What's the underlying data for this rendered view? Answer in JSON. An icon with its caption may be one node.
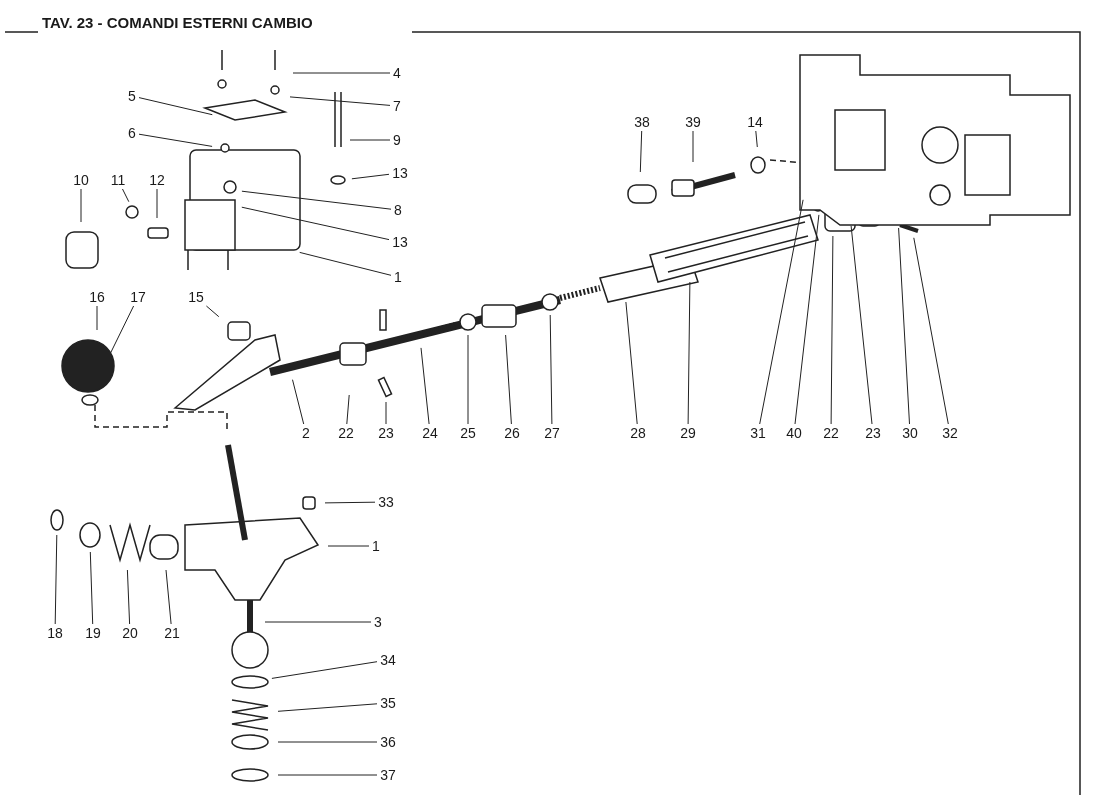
{
  "diagram": {
    "title": "TAV. 23 - COMANDI ESTERNI CAMBIO",
    "nodes": [
      {
        "text": [
          "4"
        ]
      },
      {
        "text": [
          "5"
        ]
      },
      {
        "text": [
          "7"
        ]
      },
      {
        "text": [
          "6"
        ]
      },
      {
        "text": [
          "9"
        ]
      },
      {
        "text": [
          "13"
        ]
      },
      {
        "text": [
          "10"
        ]
      },
      {
        "text": [
          "11"
        ]
      },
      {
        "text": [
          "12"
        ]
      },
      {
        "text": [
          "8"
        ]
      },
      {
        "text": [
          "13"
        ]
      },
      {
        "text": [
          "1"
        ]
      },
      {
        "text": [
          "16"
        ]
      },
      {
        "text": [
          "17"
        ]
      },
      {
        "text": [
          "15"
        ]
      },
      {
        "text": [
          "38"
        ]
      },
      {
        "text": [
          "39"
        ]
      },
      {
        "text": [
          "14"
        ]
      },
      {
        "text": [
          "2"
        ]
      },
      {
        "text": [
          "22"
        ]
      },
      {
        "text": [
          "23"
        ]
      },
      {
        "text": [
          "24"
        ]
      },
      {
        "text": [
          "25"
        ]
      },
      {
        "text": [
          "26"
        ]
      },
      {
        "text": [
          "27"
        ]
      },
      {
        "text": [
          "28"
        ]
      },
      {
        "text": [
          "29"
        ]
      },
      {
        "text": [
          "31"
        ]
      },
      {
        "text": [
          "40"
        ]
      },
      {
        "text": [
          "22"
        ]
      },
      {
        "text": [
          "23"
        ]
      },
      {
        "text": [
          "30"
        ]
      },
      {
        "text": [
          "32"
        ]
      },
      {
        "text": [
          "33"
        ]
      },
      {
        "text": [
          "1"
        ]
      },
      {
        "text": [
          "18"
        ]
      },
      {
        "text": [
          "19"
        ]
      },
      {
        "text": [
          "20"
        ]
      },
      {
        "text": [
          "21"
        ]
      },
      {
        "text": [
          "3"
        ]
      },
      {
        "text": [
          "34"
        ]
      },
      {
        "text": [
          "35"
        ]
      },
      {
        "text": [
          "36"
        ]
      },
      {
        "text": [
          "37"
        ]
      }
    ],
    "edges": [
      {
        "from": 0,
        "to": null,
        "arrow": "none"
      },
      {
        "from": 1,
        "to": null,
        "arrow": "none"
      },
      {
        "from": 2,
        "to": null,
        "arrow": "none"
      },
      {
        "from": 3,
        "to": null,
        "arrow": "none"
      },
      {
        "from": 4,
        "to": null,
        "arrow": "none"
      },
      {
        "from": 5,
        "to": null,
        "arrow": "none"
      },
      {
        "from": 6,
        "to": null,
        "arrow": "none"
      },
      {
        "from": 7,
        "to": null,
        "arrow": "none"
      },
      {
        "from": 8,
        "to": null,
        "arrow": "none"
      },
      {
        "from": 9,
        "to": null,
        "arrow": "none"
      },
      {
        "from": 10,
        "to": null,
        "arrow": "none"
      },
      {
        "from": 11,
        "to": null,
        "arrow": "none"
      },
      {
        "from": 12,
        "to": null,
        "arrow": "none"
      },
      {
        "from": 13,
        "to": null,
        "arrow": "none"
      },
      {
        "from": 14,
        "to": null,
        "arrow": "none"
      },
      {
        "from": 15,
        "to": null,
        "arrow": "none"
      },
      {
        "from": 16,
        "to": null,
        "arrow": "none"
      },
      {
        "from": 17,
        "to": null,
        "arrow": "none"
      },
      {
        "from": 18,
        "to": null,
        "arrow": "none"
      },
      {
        "from": 19,
        "to": null,
        "arrow": "none"
      },
      {
        "from": 20,
        "to": null,
        "arrow": "none"
      },
      {
        "from": 21,
        "to": null,
        "arrow": "none"
      },
      {
        "from": 22,
        "to": null,
        "arrow": "none"
      },
      {
        "from": 23,
        "to": null,
        "arrow": "none"
      },
      {
        "from": 24,
        "to": null,
        "arrow": "none"
      },
      {
        "from": 25,
        "to": null,
        "arrow": "none"
      },
      {
        "from": 26,
        "to": null,
        "arrow": "none"
      },
      {
        "from": 27,
        "to": null,
        "arrow": "none"
      },
      {
        "from": 28,
        "to": null,
        "arrow": "none"
      },
      {
        "from": 29,
        "to": null,
        "arrow": "none"
      },
      {
        "from": 30,
        "to": null,
        "arrow": "none"
      },
      {
        "from": 31,
        "to": null,
        "arrow": "none"
      },
      {
        "from": 32,
        "to": null,
        "arrow": "none"
      },
      {
        "from": 33,
        "to": null,
        "arrow": "none"
      },
      {
        "from": 34,
        "to": null,
        "arrow": "none"
      },
      {
        "from": 35,
        "to": null,
        "arrow": "none"
      },
      {
        "from": 36,
        "to": null,
        "arrow": "none"
      },
      {
        "from": 37,
        "to": null,
        "arrow": "none"
      },
      {
        "from": 38,
        "to": null,
        "arrow": "none"
      },
      {
        "from": 39,
        "to": null,
        "arrow": "none"
      },
      {
        "from": 40,
        "to": null,
        "arrow": "none"
      },
      {
        "from": 41,
        "to": null,
        "arrow": "none"
      },
      {
        "from": 42,
        "to": null,
        "arrow": "none"
      },
      {
        "from": 43,
        "to": null,
        "arrow": "none"
      }
    ]
  }
}
